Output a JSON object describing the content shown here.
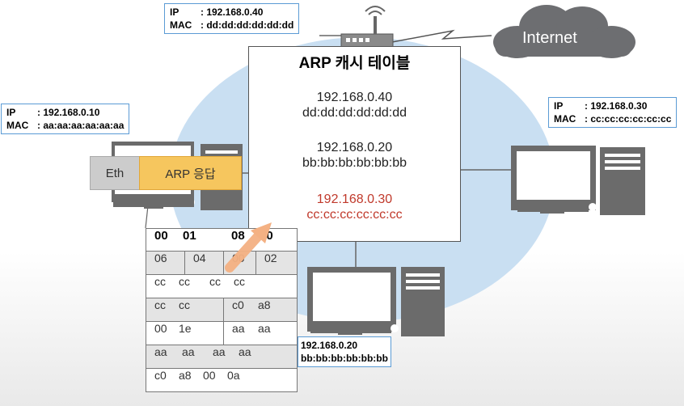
{
  "router": {
    "ip_key": "IP",
    "ip": ": 192.168.0.40",
    "mac_key": "MAC",
    "mac": ": dd:dd:dd:dd:dd:dd"
  },
  "host_a": {
    "ip_key": "IP",
    "ip": ": 192.168.0.10",
    "mac_key": "MAC",
    "mac": ": aa:aa:aa:aa:aa:aa"
  },
  "host_c": {
    "ip_key": "IP",
    "ip": ": 192.168.0.30",
    "mac_key": "MAC",
    "mac": ": cc:cc:cc:cc:cc:cc"
  },
  "host_b": {
    "ip": "192.168.0.20",
    "mac": "bb:bb:bb:bb:bb:bb"
  },
  "internet": "Internet",
  "cache_table": {
    "title": "ARP 캐시 테이블",
    "entries": [
      {
        "ip": "192.168.0.40",
        "mac": "dd:dd:dd:dd:dd:dd"
      },
      {
        "ip": "192.168.0.20",
        "mac": "bb:bb:bb:bb:bb:bb"
      },
      {
        "ip": "192.168.0.30",
        "mac": "cc:cc:cc:cc:cc:cc"
      }
    ]
  },
  "frame": {
    "eth": "Eth",
    "arp": "ARP 응답"
  },
  "packet": {
    "header": [
      "00",
      "01",
      "08",
      "00"
    ],
    "r1": [
      "06",
      "04",
      "00",
      "02"
    ],
    "r2": [
      "cc",
      "cc",
      "cc",
      "cc"
    ],
    "r3": [
      "cc",
      "cc",
      "c0",
      "a8"
    ],
    "r4": [
      "00",
      "1e",
      "aa",
      "aa"
    ],
    "r5": [
      "aa",
      "aa",
      "aa",
      "aa"
    ],
    "r6": [
      "c0",
      "a8",
      "00",
      "0a"
    ]
  },
  "colors": {
    "network_circle": "#c9dff2",
    "highlight": "#c0392b",
    "arp_reply": "#f6c65e",
    "arrow": "#f4b183",
    "cloud": "#6d6e71"
  }
}
